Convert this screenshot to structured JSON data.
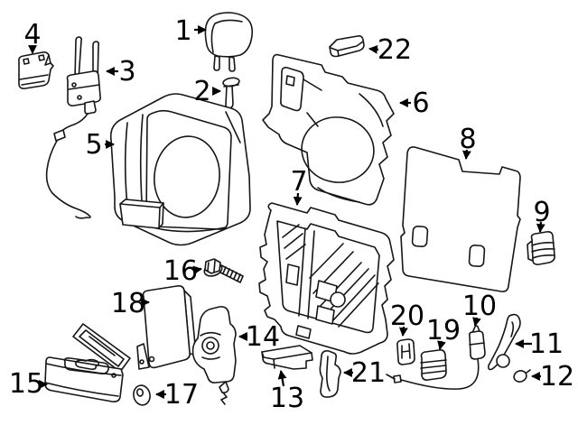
{
  "diagram": {
    "background_color": "#ffffff",
    "line_color": "#161616",
    "label_color": "#000000",
    "callouts": [
      {
        "number": "1"
      },
      {
        "number": "2"
      },
      {
        "number": "3"
      },
      {
        "number": "4"
      },
      {
        "number": "5"
      },
      {
        "number": "6"
      },
      {
        "number": "7"
      },
      {
        "number": "8"
      },
      {
        "number": "9"
      },
      {
        "number": "10"
      },
      {
        "number": "11"
      },
      {
        "number": "12"
      },
      {
        "number": "13"
      },
      {
        "number": "14"
      },
      {
        "number": "15"
      },
      {
        "number": "16"
      },
      {
        "number": "17"
      },
      {
        "number": "18"
      },
      {
        "number": "19"
      },
      {
        "number": "20"
      },
      {
        "number": "21"
      },
      {
        "number": "22"
      }
    ]
  }
}
